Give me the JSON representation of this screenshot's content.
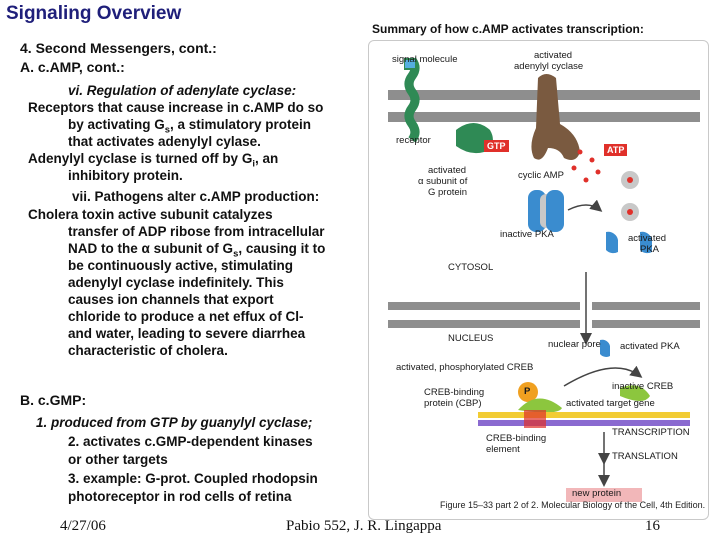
{
  "slide": {
    "title": "Signaling Overview",
    "heading1": "4.  Second Messengers, cont.:",
    "heading2": "A.  c.AMP, cont.:",
    "body_lines": [
      "vi.  Regulation of adenylate cyclase:",
      "Receptors that cause increase in c.AMP do so",
      "by activating G",
      "that activates adenylyl cylase.",
      "Adenylyl cyclase is turned off by G",
      "inhibitory protein.",
      "vii.  Pathogens alter c.AMP production:",
      "Cholera toxin active subunit catalyzes",
      "transfer of ADP ribose from intracellular",
      "NAD to the ",
      "be continuously active, stimulating",
      "adenylyl cyclase indefinitely.  This",
      "causes ion channels that export",
      "chloride to produce a net effux of Cl-",
      "and water, leading to severe diarrhea",
      "characteristic of cholera."
    ],
    "subscript_s": "s",
    "subscript_i": "i",
    "gs_tail": ", a stimulatory protein",
    "gi_tail": ", an",
    "alpha": "α",
    "nad_tail": " subunit of G",
    "nad_tail2": ", causing it to",
    "heading3": "B.  c.GMP:",
    "cgmp_lines": [
      "1.  produced from GTP by guanylyl cyclase;",
      "2.  activates c.GMP-dependent kinases",
      "or other targets",
      "3.  example:  G-prot. Coupled rhodopsin",
      "photoreceptor in rod cells of retina"
    ]
  },
  "footer": {
    "date": "4/27/06",
    "center": "Pabio 552,  J. R. Lingappa",
    "page": "16"
  },
  "figure": {
    "title": "Summary of how c.AMP activates transcription:",
    "labels": {
      "signal_molecule": "signal molecule",
      "activated_adenylyl": "activated",
      "adenylyl_cyclase": "adenylyl cyclase",
      "receptor": "receptor",
      "gtp": "GTP",
      "atp": "ATP",
      "activated_alpha_1": "activated",
      "activated_alpha_2": "α subunit of",
      "activated_alpha_3": "G protein",
      "cyclic_amp": "cyclic AMP",
      "inactive_pka": "inactive PKA",
      "activated_pka_1": "activated",
      "activated_pka_2": "PKA",
      "cytosol": "CYTOSOL",
      "nucleus": "NUCLEUS",
      "nuclear_pore": "nuclear pore",
      "activated_pka_nucleus": "activated PKA",
      "activated_creb": "activated, phosphorylated CREB",
      "inactive_creb": "inactive CREB",
      "cbp_1": "CREB-binding",
      "cbp_2": "protein (CBP)",
      "p_badge": "P",
      "activated_target_gene": "activated target gene",
      "creb_element_1": "CREB-binding",
      "creb_element_2": "element",
      "transcription": "TRANSCRIPTION",
      "translation": "TRANSLATION",
      "new_protein": "new protein"
    },
    "caption": "Figure 15–33 part 2 of 2. Molecular Biology of the Cell, 4th Edition.",
    "colors": {
      "membrane": "#8e8e8e",
      "receptor_green": "#2f8a55",
      "cyclase_brown": "#7a5a40",
      "pka_blue": "#3a8ccf",
      "red_label": "#e0302a",
      "creb_green": "#8cc63e",
      "cbp_orange": "#f0a020",
      "dna_yellow": "#f2cc33",
      "new_protein_pink": "#f2b7b9",
      "title_blue": "#1f1f7a"
    }
  }
}
